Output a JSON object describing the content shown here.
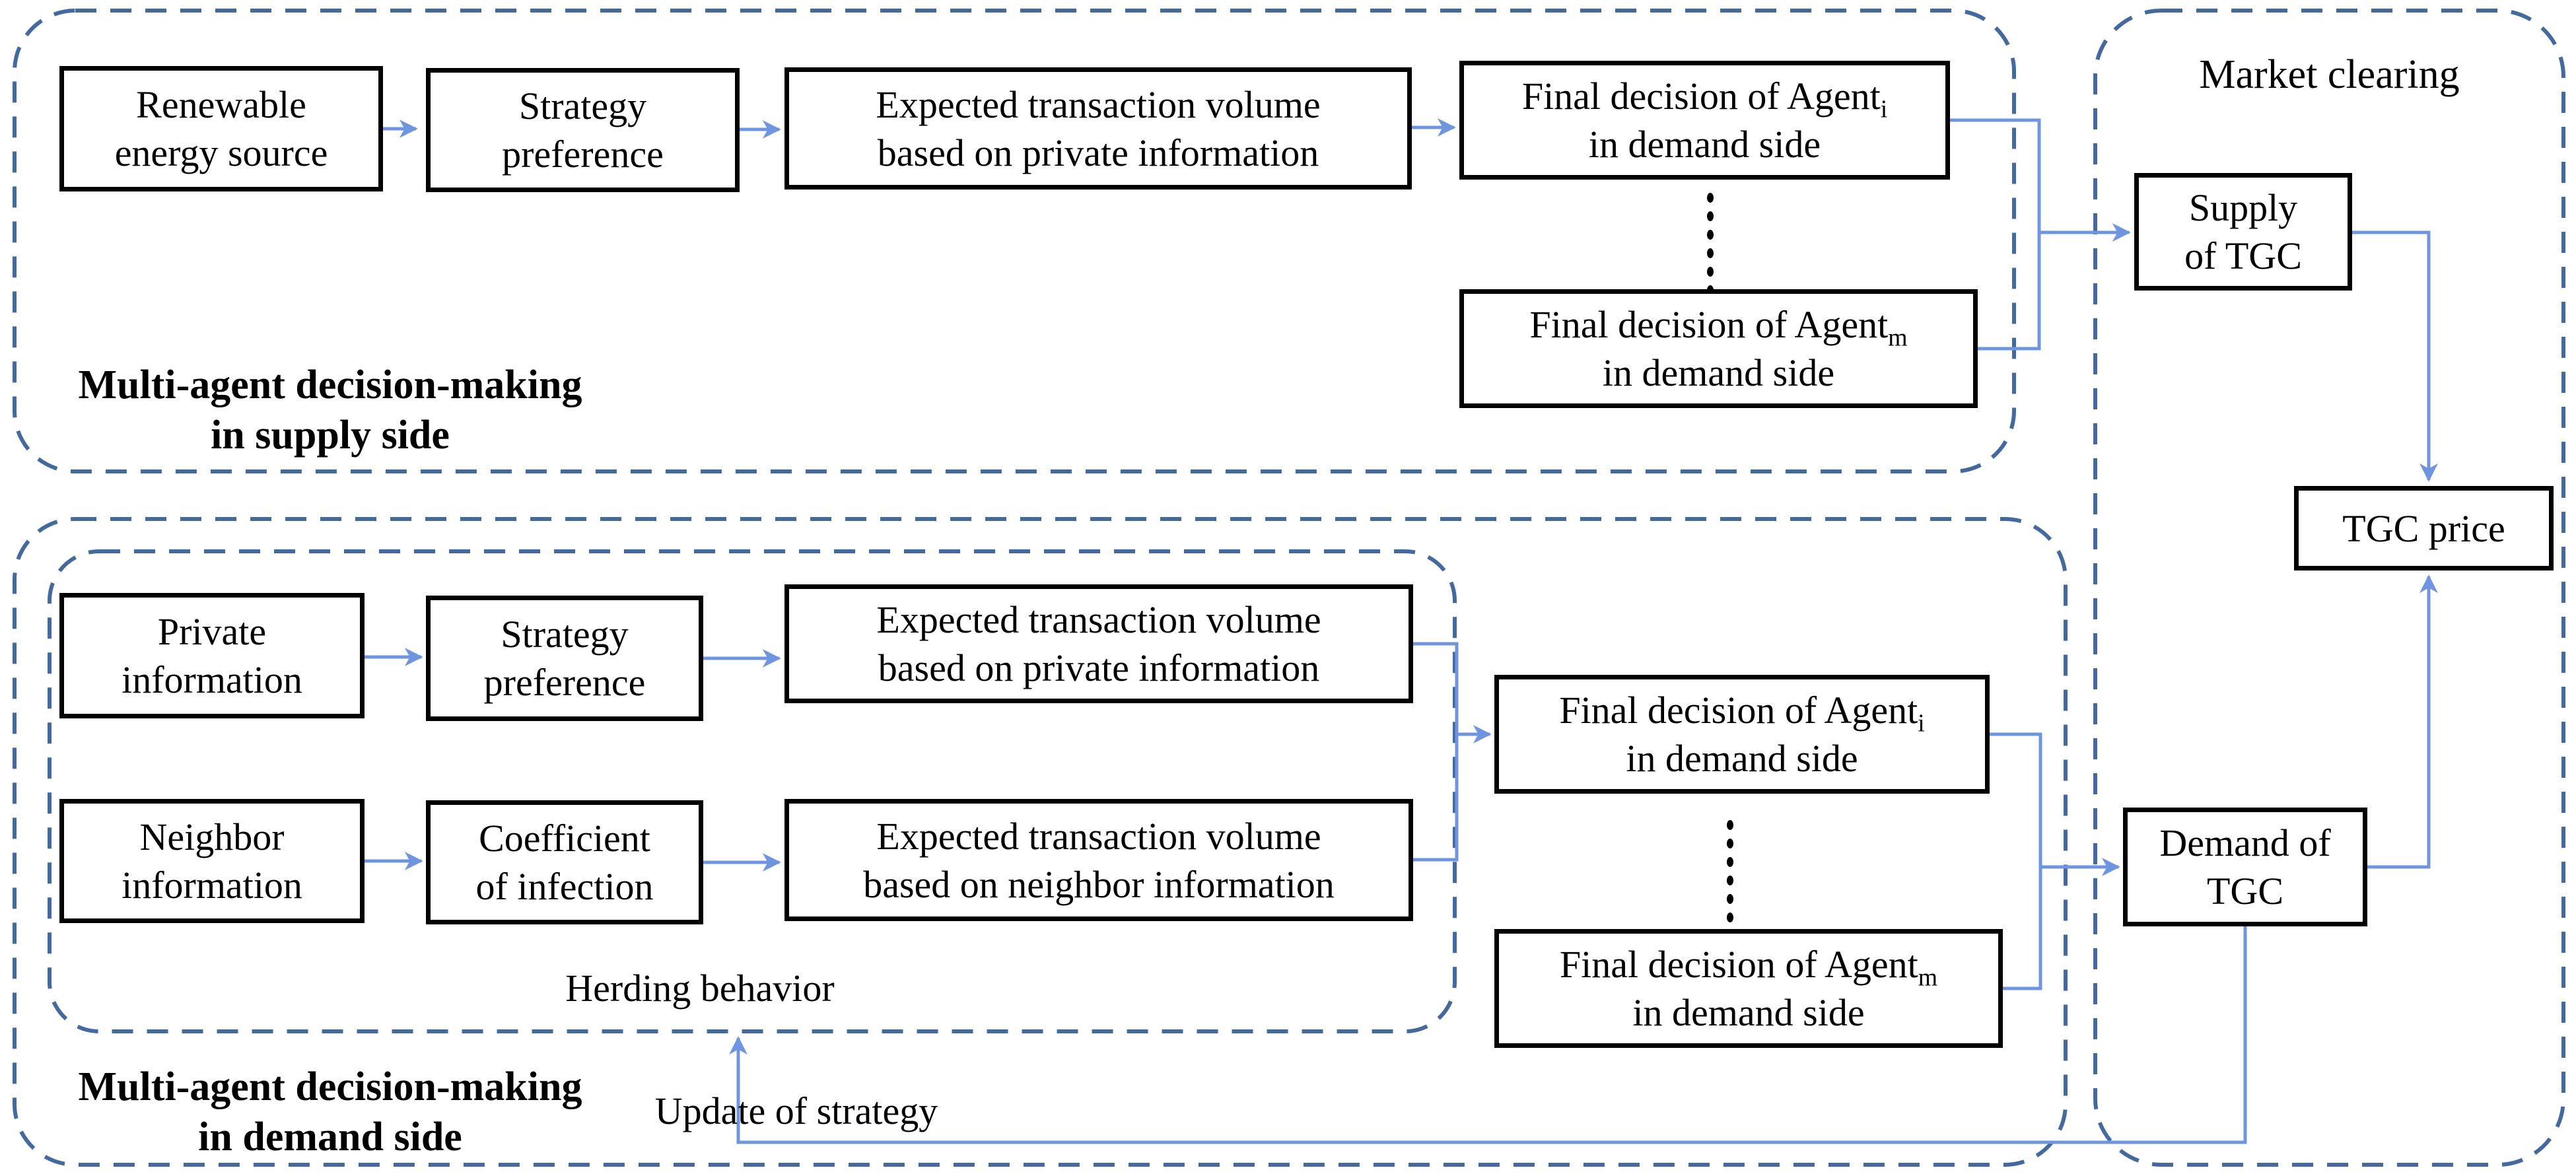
{
  "colors": {
    "arrow": "#7095E0",
    "dashed_border": "#44699E",
    "box_border": "#000000",
    "text": "#000000",
    "background": "#FFFFFF"
  },
  "supply": {
    "section_label": {
      "line1": "Multi-agent decision-making",
      "line2": "in supply side"
    },
    "boxes": {
      "renewable": {
        "line1": "Renewable",
        "line2": "energy source"
      },
      "strategy": {
        "line1": "Strategy",
        "line2": "preference"
      },
      "expected": {
        "line1": "Expected transaction volume",
        "line2": "based on private information"
      },
      "agent_i": {
        "line1": "Final decision of Agent",
        "sub": "i",
        "line2": "in demand side"
      },
      "agent_m": {
        "line1": "Final decision of Agent",
        "sub": "m",
        "line2": "in demand side"
      }
    }
  },
  "demand": {
    "section_label": {
      "line1": "Multi-agent decision-making",
      "line2": "in demand side"
    },
    "herding_label": "Herding behavior",
    "update_label": "Update of strategy",
    "boxes": {
      "private": {
        "line1": "Private",
        "line2": "information"
      },
      "strategy": {
        "line1": "Strategy",
        "line2": "preference"
      },
      "expected_private": {
        "line1": "Expected transaction volume",
        "line2": "based on private information"
      },
      "neighbor": {
        "line1": "Neighbor",
        "line2": "information"
      },
      "coefficient": {
        "line1": "Coefficient",
        "line2": "of infection"
      },
      "expected_neighbor": {
        "line1": "Expected transaction volume",
        "line2": "based on neighbor information"
      },
      "agent_i": {
        "line1": "Final decision of Agent",
        "sub": "i",
        "line2": "in demand side"
      },
      "agent_m": {
        "line1": "Final decision of Agent",
        "sub": "m",
        "line2": "in demand side"
      }
    }
  },
  "market": {
    "title": "Market clearing",
    "boxes": {
      "supply_tgc": {
        "line1": "Supply",
        "line2": "of TGC"
      },
      "tgc_price": {
        "line1": "TGC price"
      },
      "demand_tgc": {
        "line1": "Demand of",
        "line2": "TGC"
      }
    }
  }
}
